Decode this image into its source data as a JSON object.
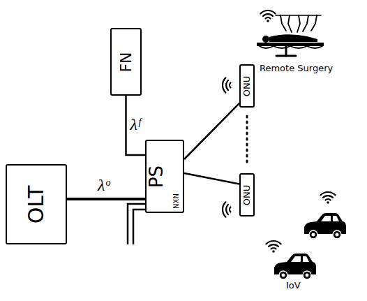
{
  "diagram": {
    "nodes": [
      {
        "text": [
          "OLT"
        ]
      },
      {
        "text": [
          "FN"
        ]
      },
      {
        "text": [
          "PS",
          "NXN"
        ]
      },
      {
        "text": [
          "ONU"
        ]
      },
      {
        "text": [
          "ONU"
        ]
      }
    ],
    "edges": [
      {
        "from": 0,
        "to": 2,
        "label": "λᵒ",
        "arrow": "none"
      },
      {
        "from": 1,
        "to": 2,
        "label": "λᶠ",
        "arrow": "none"
      },
      {
        "from": 2,
        "to": 3,
        "arrow": "none"
      },
      {
        "from": 2,
        "to": 4,
        "arrow": "none"
      }
    ],
    "labels": [
      "Remote Surgery",
      "IoV"
    ]
  }
}
